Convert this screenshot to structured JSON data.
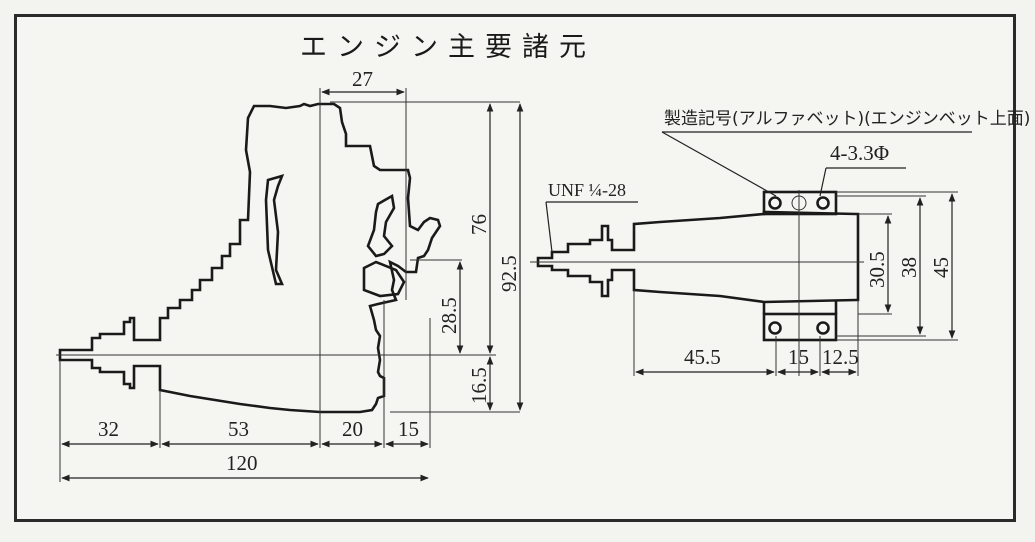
{
  "title": "エンジン主要諸元",
  "side_view": {
    "dims": {
      "top_width": "27",
      "height_76": "76",
      "height_92_5": "92.5",
      "height_28_5": "28.5",
      "height_16_5": "16.5",
      "len_32": "32",
      "len_53": "53",
      "len_20": "20",
      "len_15": "15",
      "total_120": "120"
    }
  },
  "bottom_view": {
    "labels": {
      "serial_note": "製造記号(アルファベット)(エンジンベット上面)",
      "holes": "4-3.3Φ",
      "thread": "UNF ¼-28"
    },
    "dims": {
      "len_45_5": "45.5",
      "len_15": "15",
      "len_12_5": "12.5",
      "h_30_5": "30.5",
      "h_38": "38",
      "h_45": "45"
    }
  }
}
